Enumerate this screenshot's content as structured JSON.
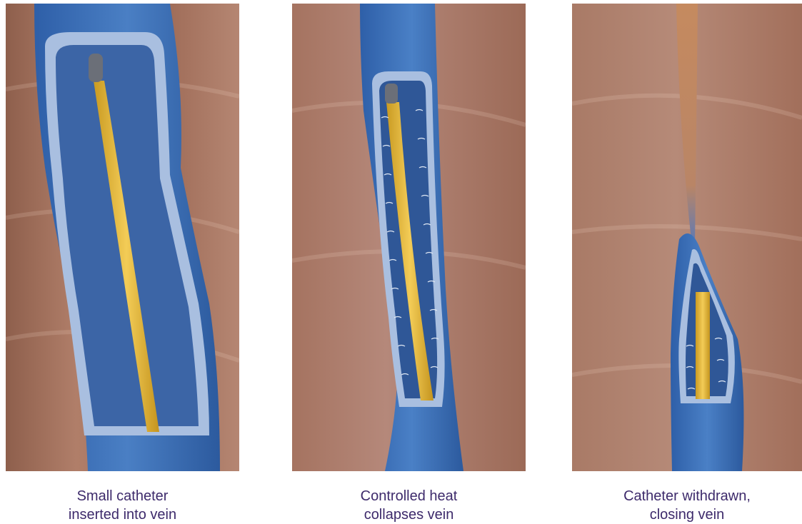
{
  "figure": {
    "panels": [
      {
        "icon": "catheter-in-open-vein-illustration",
        "caption_line1": "Small catheter",
        "caption_line2": "inserted into vein"
      },
      {
        "icon": "heat-collapsing-vein-illustration",
        "caption_line1": "Controlled heat",
        "caption_line2": "collapses vein"
      },
      {
        "icon": "catheter-withdrawn-closed-vein-illustration",
        "caption_line1": "Catheter withdrawn,",
        "caption_line2": "closing vein"
      }
    ],
    "colors": {
      "tissue": "#a0705c",
      "vein": "#3f6fb3",
      "vein_wall": "#a9bfe0",
      "lumen": "#2d5597",
      "catheter": "#e8b93a",
      "caption_text": "#3d2a6b"
    }
  }
}
